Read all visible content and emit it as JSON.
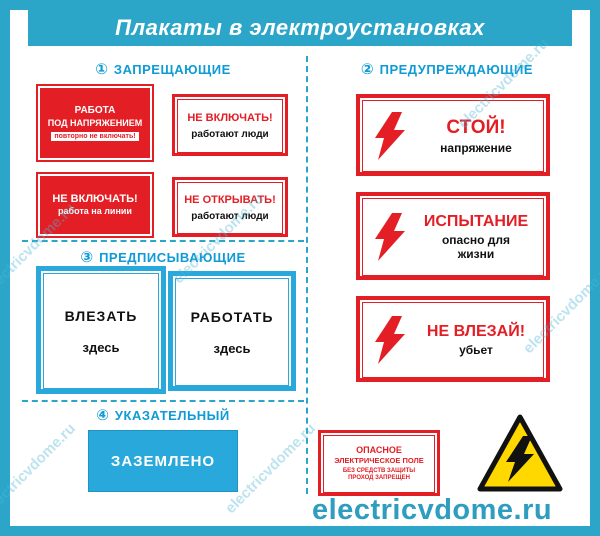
{
  "title": "Плакаты в электроустановках",
  "colors": {
    "frame_teal": "#2ba6c9",
    "sign_red": "#e31e24",
    "sign_blue": "#29a8dc",
    "header_blue": "#0f9bd6",
    "triangle_yellow": "#ffd800"
  },
  "sections": {
    "prohibiting": {
      "number": "①",
      "label": "ЗАПРЕЩАЮЩИЕ",
      "signs": [
        {
          "line1": "РАБОТА",
          "line2": "ПОД НАПРЯЖЕНИЕМ",
          "note": "повторно не включать!"
        },
        {
          "line1": "НЕ ВКЛЮЧАТЬ!",
          "line2": "работают люди"
        },
        {
          "line1": "НЕ ВКЛЮЧАТЬ!",
          "line2": "работа на линии"
        },
        {
          "line1": "НЕ ОТКРЫВАТЬ!",
          "line2": "работают люди"
        }
      ]
    },
    "warning": {
      "number": "②",
      "label": "ПРЕДУПРЕЖДАЮЩИЕ",
      "signs": [
        {
          "title": "СТОЙ!",
          "subtitle": "напряжение"
        },
        {
          "title": "ИСПЫТАНИЕ",
          "subtitle": "опасно для жизни"
        },
        {
          "title": "НЕ ВЛЕЗАЙ!",
          "subtitle": "убьет"
        }
      ]
    },
    "prescriptive": {
      "number": "③",
      "label": "ПРЕДПИСЫВАЮЩИЕ",
      "signs": [
        {
          "line1": "ВЛЕЗАТЬ",
          "line2": "здесь"
        },
        {
          "line1": "РАБОТАТЬ",
          "line2": "здесь"
        }
      ]
    },
    "indicating": {
      "number": "④",
      "label": "УКАЗАТЕЛЬНЫЙ",
      "signs": [
        {
          "text": "ЗАЗЕМЛЕНО"
        }
      ]
    }
  },
  "bottom_right": {
    "danger_field_sign": {
      "line1": "ОПАСНОЕ",
      "line2": "ЭЛЕКТРИЧЕСКОЕ ПОЛЕ",
      "line3": "БЕЗ СРЕДСТВ ЗАЩИТЫ",
      "line4": "ПРОХОД ЗАПРЕЩЕН"
    }
  },
  "watermark": {
    "diagonal_text": "electricvdome.ru",
    "footer_text": "electricvdome.ru"
  }
}
